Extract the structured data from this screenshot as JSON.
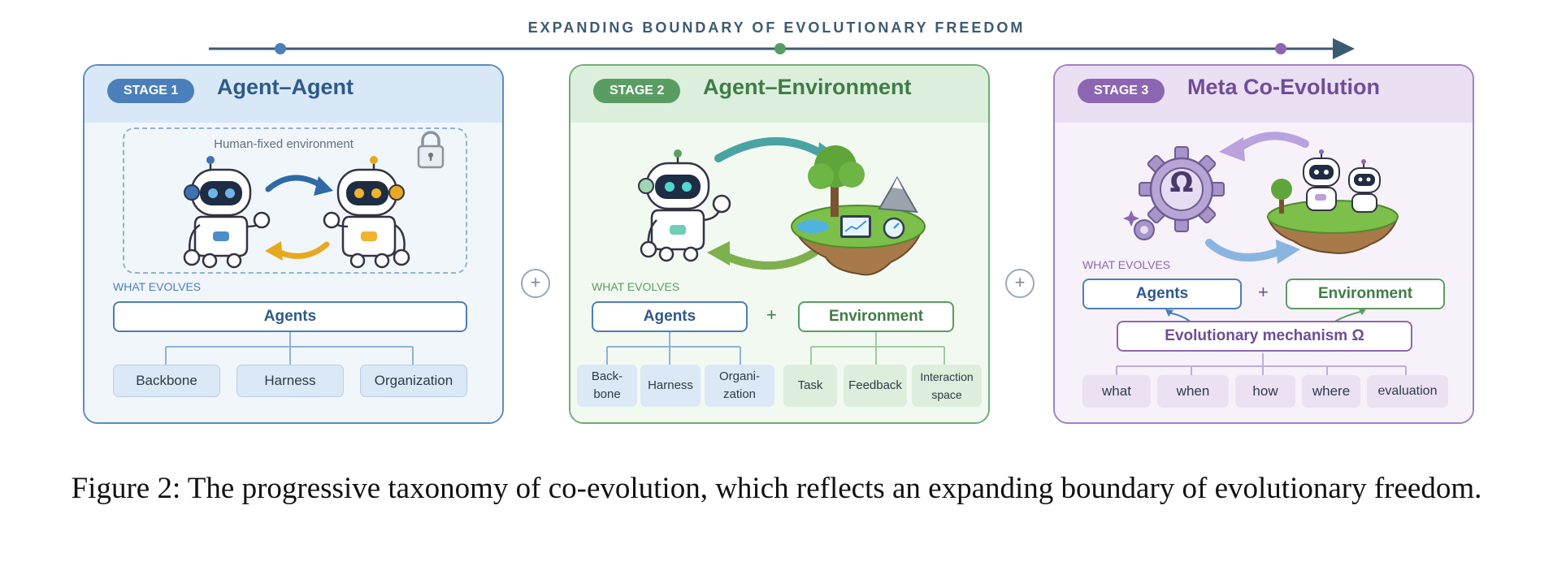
{
  "timeline": {
    "title": "EXPANDING BOUNDARY OF EVOLUTIONARY FREEDOM"
  },
  "stage1": {
    "badge": "STAGE 1",
    "title": "Agent–Agent",
    "env_label": "Human-fixed environment",
    "evolves_label": "WHAT EVOLVES",
    "main": "Agents",
    "subs": [
      "Backbone",
      "Harness",
      "Organization"
    ]
  },
  "stage2": {
    "badge": "STAGE 2",
    "title": "Agent–Environment",
    "evolves_label": "WHAT EVOLVES",
    "agents": "Agents",
    "plus": "+",
    "environment": "Environment",
    "agent_subs": [
      {
        "line1": "Back-",
        "line2": "bone"
      },
      {
        "line1": "Harness",
        "line2": ""
      },
      {
        "line1": "Organi-",
        "line2": "zation"
      }
    ],
    "env_subs": [
      {
        "line1": "Task",
        "line2": ""
      },
      {
        "line1": "Feedback",
        "line2": ""
      },
      {
        "line1": "Interaction",
        "line2": "space"
      }
    ]
  },
  "stage3": {
    "badge": "STAGE 3",
    "title": "Meta Co-Evolution",
    "evolves_label": "WHAT EVOLVES",
    "agents": "Agents",
    "plus": "+",
    "environment": "Environment",
    "mechanism": "Evolutionary mechanism Ω",
    "gear_symbol": "Ω",
    "subs": [
      "what",
      "when",
      "how",
      "where",
      "evaluation"
    ]
  },
  "connector_plus": "+",
  "caption": "Figure 2: The progressive taxonomy of co-evolution, which reflects an expanding boundary of evolutionary freedom.",
  "colors": {
    "blue": "#4b7fb9",
    "green": "#5a9d63",
    "purple": "#8c66b2",
    "timeline": "#3d5a73"
  }
}
